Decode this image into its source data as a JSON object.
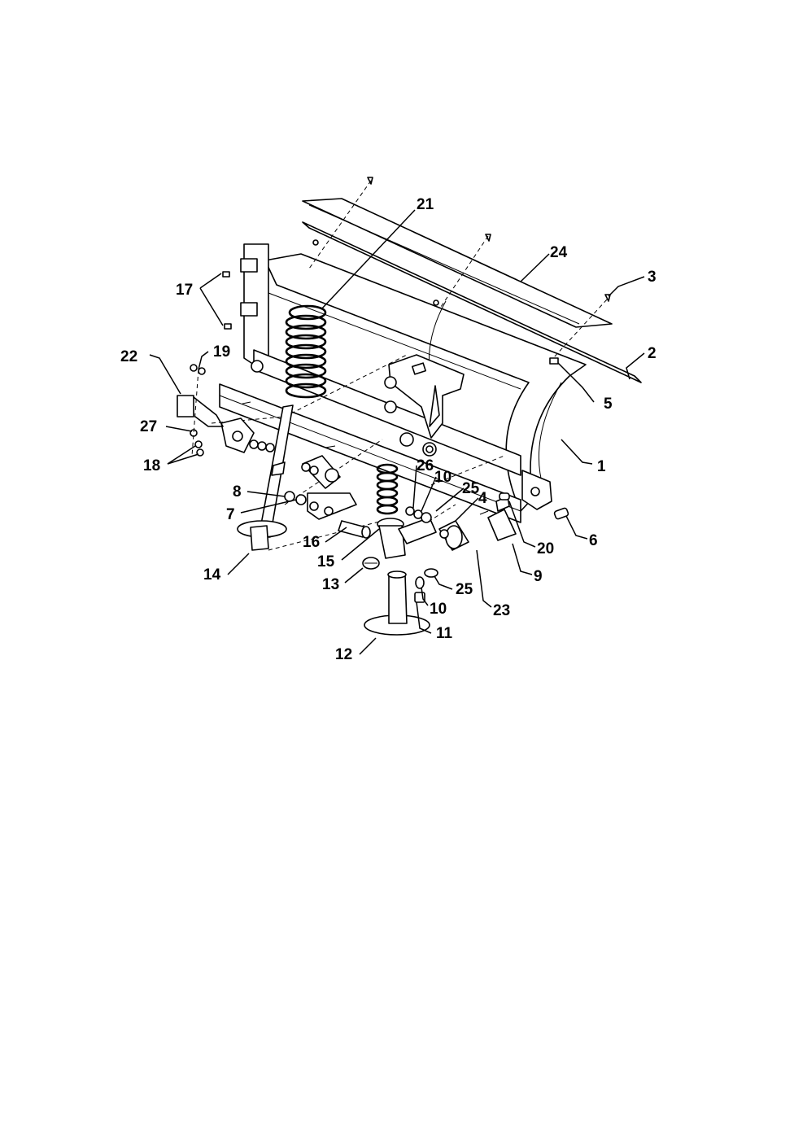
{
  "callouts": [
    {
      "id": "label-1",
      "text": "1"
    },
    {
      "id": "label-2",
      "text": "2"
    },
    {
      "id": "label-3",
      "text": "3"
    },
    {
      "id": "label-4",
      "text": "4"
    },
    {
      "id": "label-5",
      "text": "5"
    },
    {
      "id": "label-6",
      "text": "6"
    },
    {
      "id": "label-7",
      "text": "7"
    },
    {
      "id": "label-8",
      "text": "8"
    },
    {
      "id": "label-9",
      "text": "9"
    },
    {
      "id": "label-10a",
      "text": "10"
    },
    {
      "id": "label-10b",
      "text": "10"
    },
    {
      "id": "label-11",
      "text": "11"
    },
    {
      "id": "label-12",
      "text": "12"
    },
    {
      "id": "label-13",
      "text": "13"
    },
    {
      "id": "label-14",
      "text": "14"
    },
    {
      "id": "label-15",
      "text": "15"
    },
    {
      "id": "label-16",
      "text": "16"
    },
    {
      "id": "label-17",
      "text": "17"
    },
    {
      "id": "label-18",
      "text": "18"
    },
    {
      "id": "label-19",
      "text": "19"
    },
    {
      "id": "label-20",
      "text": "20"
    },
    {
      "id": "label-21",
      "text": "21"
    },
    {
      "id": "label-22",
      "text": "22"
    },
    {
      "id": "label-23",
      "text": "23"
    },
    {
      "id": "label-24",
      "text": "24"
    },
    {
      "id": "label-25a",
      "text": "25"
    },
    {
      "id": "label-25b",
      "text": "25"
    },
    {
      "id": "label-26",
      "text": "26"
    },
    {
      "id": "label-27",
      "text": "27"
    }
  ],
  "colors": {
    "ink": "#000000",
    "paper": "#ffffff"
  }
}
